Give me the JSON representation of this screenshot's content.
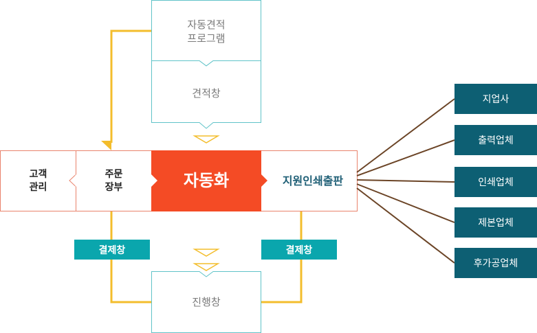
{
  "colors": {
    "accent_orange": "#f44b25",
    "teal": "#0aa6ad",
    "dark_teal": "#0d5f73",
    "yellow_line": "#f3bd2c",
    "brown_line": "#6b4426",
    "box_border_teal": "#5fc3c8",
    "box_border_orange": "#e9826b"
  },
  "top": {
    "program": "자동견적\n프로그램",
    "estimate": "견적창"
  },
  "main": {
    "customer": "고객\n관리",
    "order": "주문\n장부",
    "center": "자동화",
    "support": "지원인쇄출판"
  },
  "badges": {
    "left": "결제창",
    "right": "결제창"
  },
  "bottom": {
    "progress": "진행창"
  },
  "partners": [
    "지업사",
    "출력업체",
    "인쇄업체",
    "제본업체",
    "후가공업체"
  ]
}
